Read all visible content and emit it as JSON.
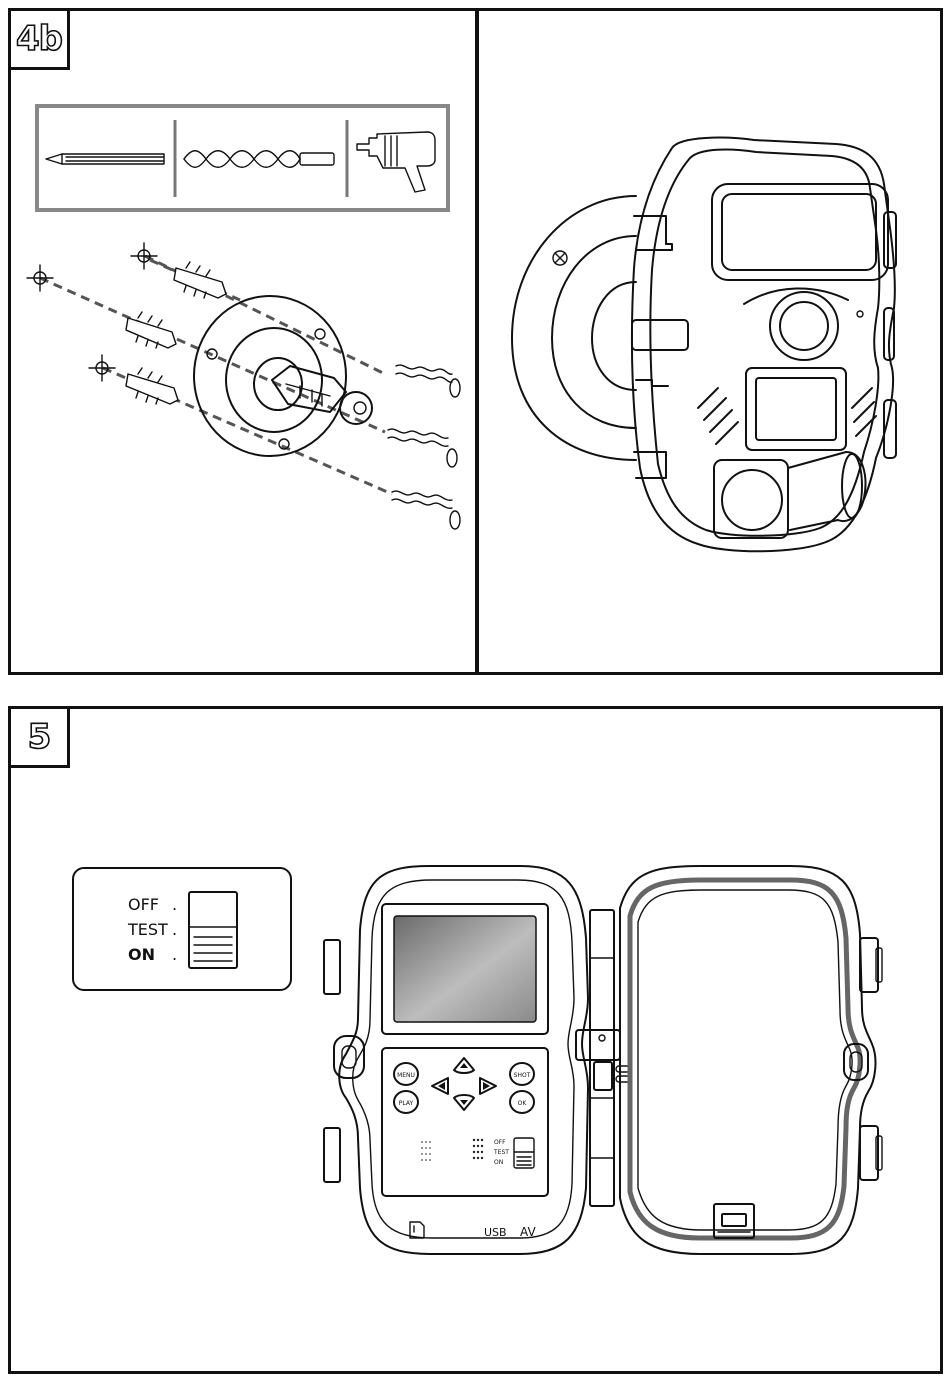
{
  "steps": {
    "step_4b": {
      "badge": "4b"
    },
    "step_5": {
      "badge": "5"
    }
  },
  "tools": [
    "pencil-icon",
    "drill-bit-icon",
    "power-drill-icon"
  ],
  "mode_switch": {
    "options": [
      "OFF",
      "TEST",
      "ON"
    ],
    "selected": "ON"
  },
  "camera": {
    "buttons": {
      "menu": "MENU",
      "play": "PLAY",
      "shot": "SHOT",
      "ok": "OK"
    },
    "switch_labels": [
      "OFF",
      "TEST",
      "ON"
    ],
    "ports": {
      "usb": "USB",
      "av": "AV"
    }
  }
}
